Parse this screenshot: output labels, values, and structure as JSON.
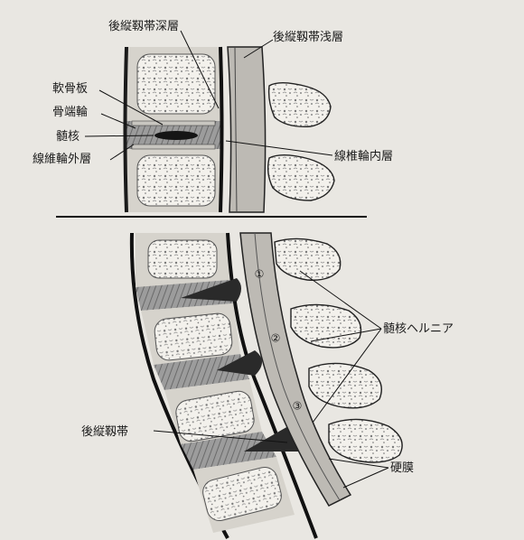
{
  "top_figure": {
    "labels": {
      "pll_deep": "後縦靱帯深層",
      "pll_superficial": "後縦靱帯浅層",
      "cartilage_plate": "軟骨板",
      "ring_apophysis": "骨端輪",
      "nucleus": "髄核",
      "annulus_outer": "線維輪外層",
      "annulus_inner": "線椎輪内層"
    }
  },
  "bottom_figure": {
    "labels": {
      "herniation": "髄核ヘルニア",
      "pll": "後縦靱帯",
      "dura": "硬膜"
    },
    "markers": [
      "①",
      "②",
      "③"
    ]
  }
}
